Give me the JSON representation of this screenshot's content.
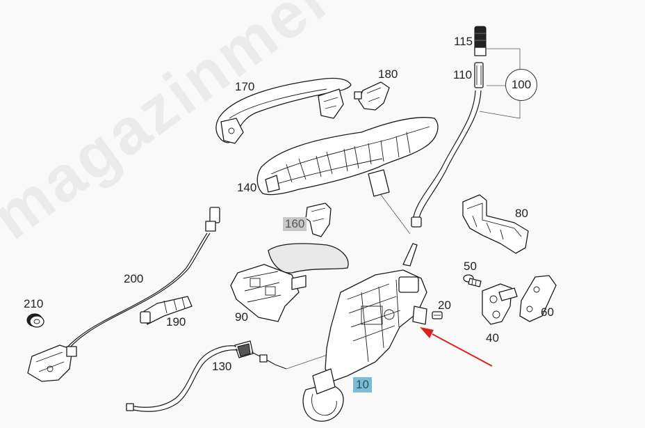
{
  "labels": {
    "p10": "10",
    "p20": "20",
    "p40": "40",
    "p50": "50",
    "p60": "60",
    "p80": "80",
    "p90": "90",
    "p100": "100",
    "p110": "110",
    "p115": "115",
    "p130": "130",
    "p140": "140",
    "p160": "160",
    "p170": "170",
    "p180": "180",
    "p190": "190",
    "p200": "200",
    "p210": "210"
  },
  "highlighted_part": "10",
  "dimmed_part": "160",
  "watermark": "magazinmercedes.ru",
  "colors": {
    "highlight_fill": "#7cbcd2",
    "dimmed_fill": "#c8c8c8",
    "arrow": "#e0201e"
  }
}
